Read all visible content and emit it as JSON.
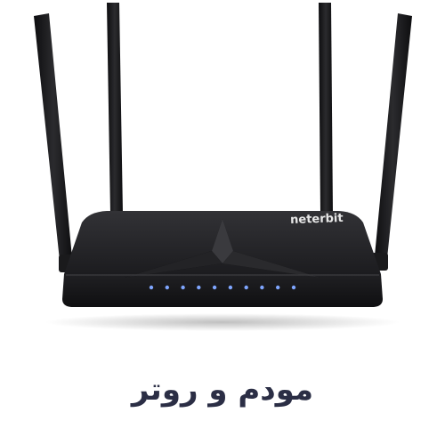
{
  "product": {
    "brand_logo_text": "neterbit",
    "led_count": 10,
    "colors": {
      "body": "#1b1b1d",
      "body_top": "#2a2a2c",
      "antenna": "#141416",
      "led": "#7fa6ff",
      "logo": "#e8e8e8"
    }
  },
  "caption": {
    "text": "مودم و روتر",
    "color": "#2b2e45"
  }
}
